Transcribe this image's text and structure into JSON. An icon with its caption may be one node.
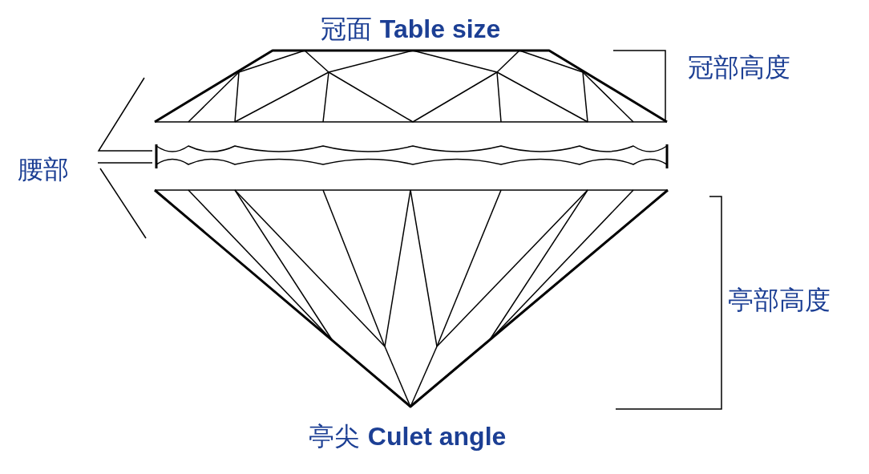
{
  "diagram": {
    "labels": [
      "冠面 **Table size**",
      "冠部高度",
      "腰部",
      "亭部高度",
      "亭尖 **Culet angle**"
    ]
  }
}
